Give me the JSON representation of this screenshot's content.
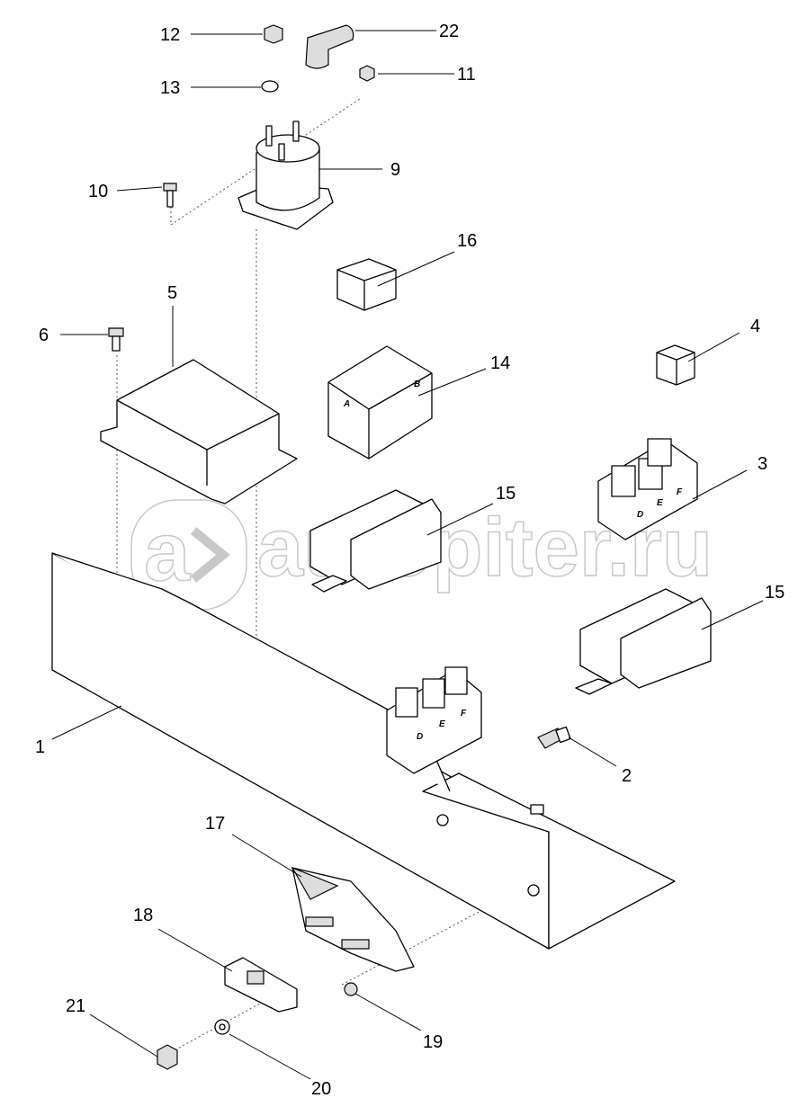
{
  "watermark": {
    "logo_letter": "a",
    "text": "autopiter.ru"
  },
  "callouts": {
    "c1": "1",
    "c2": "2",
    "c3": "3",
    "c4": "4",
    "c5": "5",
    "c6": "6",
    "c9": "9",
    "c10": "10",
    "c11": "11",
    "c12": "12",
    "c13": "13",
    "c14": "14",
    "c15a": "15",
    "c15b": "15",
    "c16": "16",
    "c17": "17",
    "c18": "18",
    "c19": "19",
    "c20": "20",
    "c21": "21",
    "c22": "22"
  },
  "fuse_block_letters": {
    "a": "A",
    "b": "B",
    "d": "D",
    "e": "E",
    "f": "F"
  }
}
